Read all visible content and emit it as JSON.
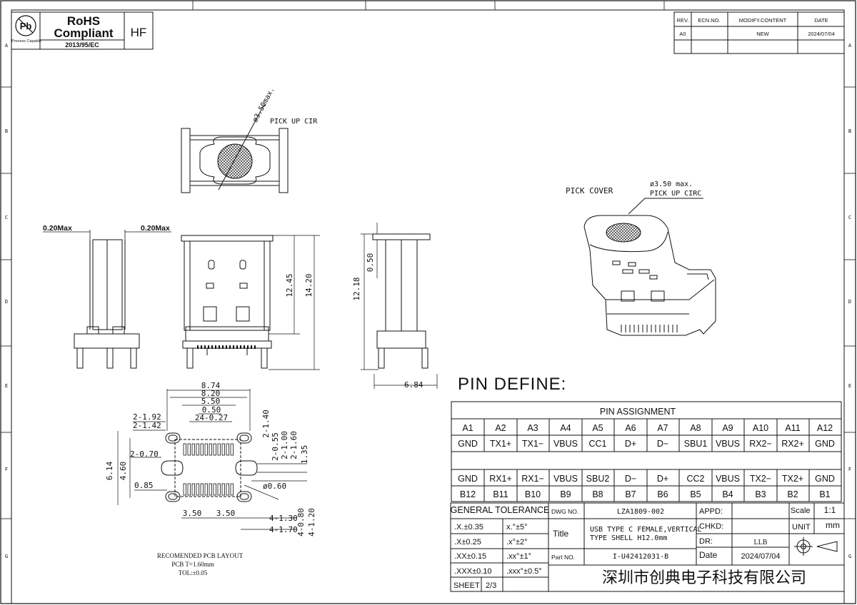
{
  "badge": {
    "pb_symbol": "Pb",
    "process_capable": "Process Capable",
    "rohs_line1": "RoHS",
    "rohs_line2": "Compliant",
    "directive": "2013/95/EC",
    "hf": "HF"
  },
  "border_rows": [
    "A",
    "B",
    "C",
    "D",
    "E",
    "F",
    "G"
  ],
  "revision": {
    "headers": [
      "REV.",
      "ECN.NO.",
      "MODIFY.CONTENT",
      "DATE"
    ],
    "rows": [
      [
        "A0",
        "",
        "NEW",
        "2024/07/04"
      ]
    ]
  },
  "views": {
    "top_dia": "ø3.50max.",
    "top_pick": "PICK UP CIR",
    "side_left_max": "0.20Max",
    "side_right_max": "0.20Max",
    "front_h1": "12.45",
    "front_h2": "14.20",
    "right_h": "12.18",
    "right_top": "0.50",
    "right_w": "6.84",
    "iso_cover": "PICK COVER",
    "iso_dia": "ø3.50 max.",
    "iso_pick": "PICK UP CIRC"
  },
  "pcb": {
    "w1": "8.74",
    "w2": "8.20",
    "w3": "5.50",
    "w4": "0.50",
    "w5": "24-0.27",
    "l1": "2-1.92",
    "l2": "2-1.42",
    "l3": "2-0.70",
    "l4": "0.85",
    "h1": "6.14",
    "h2": "4.60",
    "r1": "2-1.40",
    "r2": "2-0.55",
    "r3": "2-1.00",
    "r4": "2-1.60",
    "r5": "1.35",
    "dia": "ø0.60",
    "b1": "3.50",
    "b2": "3.50",
    "b3": "4-1.30",
    "b4": "4-1.70",
    "b5": "4-0.80",
    "b6": "4-1.20",
    "note1": "RECOMENDED PCB LAYOUT",
    "note2": "PCB T=1.60mm",
    "note3": "TOL:±0.05"
  },
  "pin_define_title": "PIN DEFINE:",
  "pin_assignment": {
    "title": "PIN ASSIGNMENT",
    "top_labels": [
      "A1",
      "A2",
      "A3",
      "A4",
      "A5",
      "A6",
      "A7",
      "A8",
      "A9",
      "A10",
      "A11",
      "A12"
    ],
    "top_signals": [
      "GND",
      "TX1+",
      "TX1−",
      "VBUS",
      "CC1",
      "D+",
      "D−",
      "SBU1",
      "VBUS",
      "RX2−",
      "RX2+",
      "GND"
    ],
    "bottom_signals": [
      "GND",
      "RX1+",
      "RX1−",
      "VBUS",
      "SBU2",
      "D−",
      "D+",
      "CC2",
      "VBUS",
      "TX2−",
      "TX2+",
      "GND"
    ],
    "bottom_labels": [
      "B12",
      "B11",
      "B10",
      "B9",
      "B8",
      "B7",
      "B6",
      "B5",
      "B4",
      "B3",
      "B2",
      "B1"
    ]
  },
  "title_block": {
    "general_tolerance": "GENERAL TOLERANCE",
    "tol_linear": [
      ".X.±0.35",
      ".X±0.25",
      ".XX±0.15",
      ".XXX±0.10"
    ],
    "tol_angle": [
      "x.°±5°",
      ".x°±2°",
      ".xx°±1°",
      ".xxx°±0.5°"
    ],
    "sheet_label": "SHEET",
    "sheet_value": "2/3",
    "dwg_no_label": "DWG NO.",
    "dwg_no": "LZA1809-002",
    "title_label": "Title",
    "title_line1": "USB TYPE C FEMALE,VERTICAL",
    "title_line2": "TYPE SHELL H12.0mm",
    "part_no_label": "Part NO.",
    "part_no": "I-U42412031-B",
    "appd": "APPD:",
    "chkd": "CHKD:",
    "dr": "DR:",
    "dr_value": "LLB",
    "date_label": "Date",
    "date_value": "2024/07/04",
    "scale_label": "Scale",
    "scale_value": "1:1",
    "unit_label": "UNIT",
    "unit_value": "mm",
    "company": "深圳市创典电子科技有限公司"
  }
}
